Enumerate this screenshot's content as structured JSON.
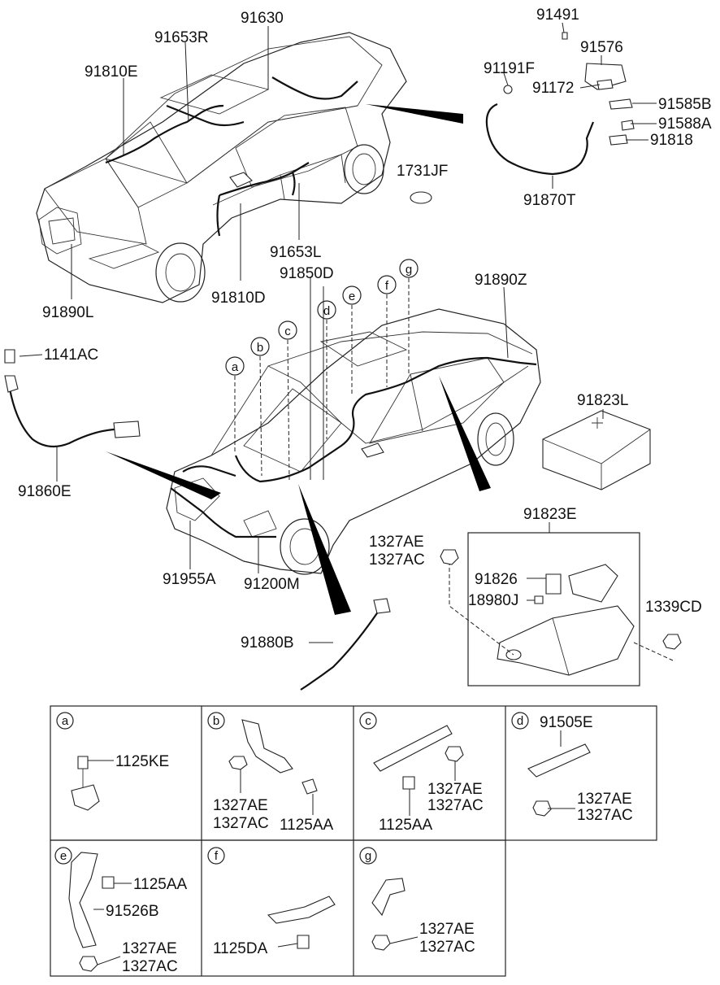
{
  "part_labels": {
    "p91491": "91491",
    "p91630": "91630",
    "p91653R": "91653R",
    "p91810E": "91810E",
    "p91576": "91576",
    "p91191F": "91191F",
    "p91172": "91172",
    "p91585B": "91585B",
    "p91588A": "91588A",
    "p91818": "91818",
    "p1731JF": "1731JF",
    "p91870T": "91870T",
    "p91653L": "91653L",
    "p91850D": "91850D",
    "p91810D": "91810D",
    "p91890L": "91890L",
    "p91890Z": "91890Z",
    "p1141AC": "1141AC",
    "p91823L": "91823L",
    "p91860E": "91860E",
    "p91823E": "91823E",
    "p1327AE_main": "1327AE",
    "p1327AC_main": "1327AC",
    "p91826": "91826",
    "p18980J": "18980J",
    "p1339CD": "1339CD",
    "p91955A": "91955A",
    "p91200M": "91200M",
    "p91880B": "91880B"
  },
  "callouts": {
    "a": "a",
    "b": "b",
    "c": "c",
    "d": "d",
    "e": "e",
    "f": "f",
    "g": "g"
  },
  "detail_panels": {
    "a": {
      "letter": "a",
      "labels": [
        "1125KE"
      ]
    },
    "b": {
      "letter": "b",
      "labels": [
        "1327AE",
        "1327AC",
        "1125AA"
      ]
    },
    "c": {
      "letter": "c",
      "labels": [
        "1327AE",
        "1327AC",
        "1125AA"
      ]
    },
    "d": {
      "letter": "d",
      "labels": [
        "91505E",
        "1327AE",
        "1327AC"
      ]
    },
    "e": {
      "letter": "e",
      "labels": [
        "1125AA",
        "91526B",
        "1327AE",
        "1327AC"
      ]
    },
    "f": {
      "letter": "f",
      "labels": [
        "1125DA"
      ]
    },
    "g": {
      "letter": "g",
      "labels": [
        "1327AE",
        "1327AC"
      ]
    }
  },
  "colors": {
    "ink": "#111111",
    "background": "#ffffff"
  }
}
